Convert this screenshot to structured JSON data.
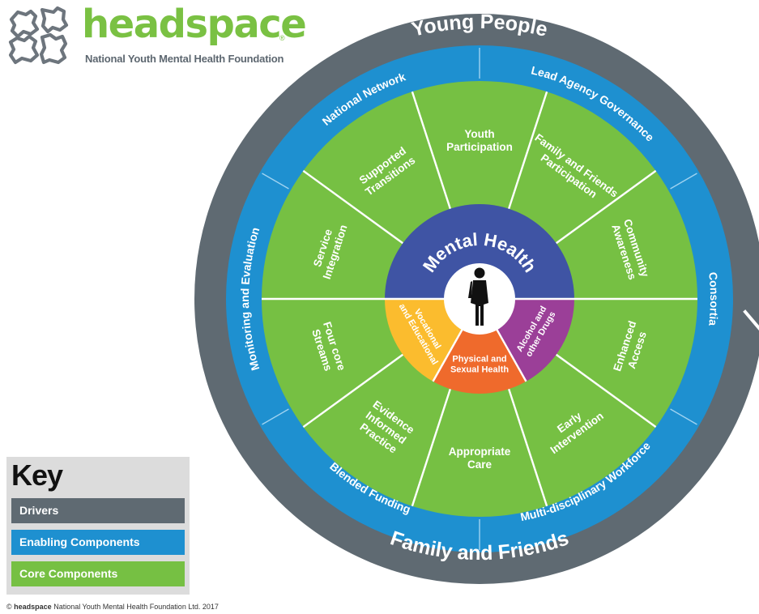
{
  "logo": {
    "brand": "headspace",
    "registered": "®",
    "tagline": "National Youth Mental Health Foundation"
  },
  "colors": {
    "drivers": "#5f6a72",
    "enabling": "#1e90d0",
    "core": "#76c043",
    "mental_health": "#3f54a4",
    "vocational": "#fbbc2e",
    "physical": "#ef6a2c",
    "alcohol": "#9b3f98"
  },
  "drivers": {
    "top": "Young People",
    "bottom": "Family and Friends"
  },
  "enabling_components": [
    "National Network",
    "Lead Agency Governance",
    "Consortia",
    "Multi-disciplinary Workforce",
    "Blended Funding",
    "Monitoring and Evaluation"
  ],
  "core_components": [
    [
      "Youth",
      "Participation"
    ],
    [
      "Family and Friends",
      "Participation"
    ],
    [
      "Community",
      "Awareness"
    ],
    [
      "Enhanced",
      "Access"
    ],
    [
      "Early",
      "Intervention"
    ],
    [
      "Appropriate",
      "Care"
    ],
    [
      "Evidence",
      "Informed",
      "Practice"
    ],
    [
      "Four core",
      "Streams"
    ],
    [
      "Service",
      "Integration"
    ],
    [
      "Supported",
      "Transitions"
    ]
  ],
  "center": {
    "title": "Mental Health",
    "icon": "young-person-icon",
    "segments": [
      [
        "Vocational",
        "and Educational"
      ],
      [
        "Physical and",
        "Sexual Health"
      ],
      [
        "Alcohol and",
        "other Drugs"
      ]
    ]
  },
  "key": {
    "title": "Key",
    "items": [
      "Drivers",
      "Enabling Components",
      "Core Components"
    ]
  },
  "footer": {
    "symbol": "©",
    "brand": "headspace",
    "text": "National Youth Mental Health Foundation Ltd. 2017"
  }
}
